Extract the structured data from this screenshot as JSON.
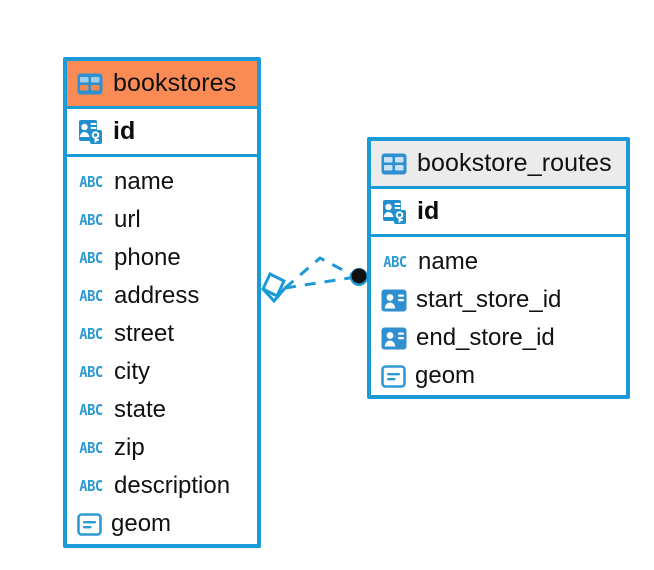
{
  "diagram": {
    "type": "entity-relationship-diagram",
    "background": "#ffffff",
    "accent_color": "#1a9ad7",
    "highlight_color": "#fa8b55",
    "header_plain_color": "#ebebeb"
  },
  "entities": [
    {
      "name": "bookstores",
      "header_style": "accent",
      "table_icon": "table-icon",
      "primary_key": {
        "label": "id",
        "icon": "primary-key-icon"
      },
      "fields": [
        {
          "label": "name",
          "icon": "abc-icon",
          "type_glyph": "ABC"
        },
        {
          "label": "url",
          "icon": "abc-icon",
          "type_glyph": "ABC"
        },
        {
          "label": "phone",
          "icon": "abc-icon",
          "type_glyph": "ABC"
        },
        {
          "label": "address",
          "icon": "abc-icon",
          "type_glyph": "ABC"
        },
        {
          "label": "street",
          "icon": "abc-icon",
          "type_glyph": "ABC"
        },
        {
          "label": "city",
          "icon": "abc-icon",
          "type_glyph": "ABC"
        },
        {
          "label": "state",
          "icon": "abc-icon",
          "type_glyph": "ABC"
        },
        {
          "label": "zip",
          "icon": "abc-icon",
          "type_glyph": "ABC"
        },
        {
          "label": "description",
          "icon": "abc-icon",
          "type_glyph": "ABC"
        },
        {
          "label": "geom",
          "icon": "geometry-icon",
          "type_glyph": ""
        }
      ]
    },
    {
      "name": "bookstore_routes",
      "header_style": "plain",
      "table_icon": "table-icon",
      "primary_key": {
        "label": "id",
        "icon": "primary-key-icon"
      },
      "fields": [
        {
          "label": "name",
          "icon": "abc-icon",
          "type_glyph": "ABC"
        },
        {
          "label": "start_store_id",
          "icon": "foreign-key-icon",
          "type_glyph": ""
        },
        {
          "label": "end_store_id",
          "icon": "foreign-key-icon",
          "type_glyph": ""
        },
        {
          "label": "geom",
          "icon": "geometry-icon",
          "type_glyph": ""
        }
      ]
    }
  ],
  "relationship": {
    "from_entity": "bookstores",
    "to_entity": "bookstore_routes",
    "line_style": "dashed",
    "color": "#1a9ad7",
    "source_marker": "crows-foot-diamond-marker",
    "target_marker": "filled-circle-marker"
  }
}
